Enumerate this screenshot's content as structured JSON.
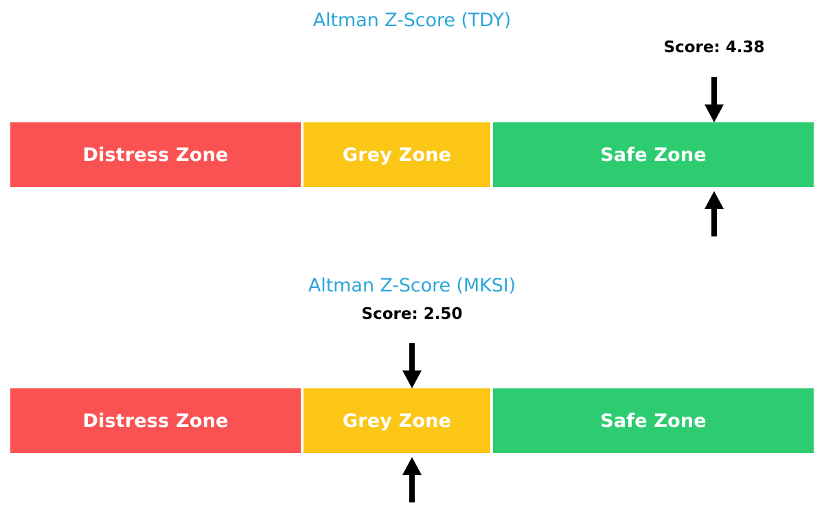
{
  "chart_data": [
    {
      "type": "bar",
      "title": "Altman Z-Score (TDY)",
      "ticker": "TDY",
      "score_label": "Score: 4.38",
      "score_value": 4.38,
      "orientation": "horizontal-zone-gauge",
      "zones": [
        {
          "label": "Distress Zone",
          "color": "#FA5252",
          "range": [
            0.0,
            1.81
          ],
          "width_pct": 36.2
        },
        {
          "label": "Grey Zone",
          "color": "#FCC617",
          "range": [
            1.81,
            2.99
          ],
          "width_pct": 23.3
        },
        {
          "label": "Safe Zone",
          "color": "#2ECC71",
          "range": [
            2.99,
            6.0
          ],
          "width_pct": 40.5
        }
      ],
      "marker_position_pct": 87.6,
      "markers": [
        "arrow-down-above-bar",
        "arrow-up-below-bar"
      ]
    },
    {
      "type": "bar",
      "title": "Altman Z-Score (MKSI)",
      "ticker": "MKSI",
      "score_label": "Score: 2.50",
      "score_value": 2.5,
      "orientation": "horizontal-zone-gauge",
      "zones": [
        {
          "label": "Distress Zone",
          "color": "#FA5252",
          "range": [
            0.0,
            1.81
          ],
          "width_pct": 36.2
        },
        {
          "label": "Grey Zone",
          "color": "#FCC617",
          "range": [
            1.81,
            2.99
          ],
          "width_pct": 23.3
        },
        {
          "label": "Safe Zone",
          "color": "#2ECC71",
          "range": [
            2.99,
            6.0
          ],
          "width_pct": 40.5
        }
      ],
      "marker_position_pct": 50.0,
      "markers": [
        "arrow-down-above-bar",
        "arrow-up-below-bar"
      ]
    }
  ],
  "charts": [
    {
      "title": "Altman Z-Score (TDY)",
      "score_label": "Score: 4.38",
      "zones": [
        {
          "label": "Distress Zone"
        },
        {
          "label": "Grey Zone"
        },
        {
          "label": "Safe Zone"
        }
      ]
    },
    {
      "title": "Altman Z-Score (MKSI)",
      "score_label": "Score: 2.50",
      "zones": [
        {
          "label": "Distress Zone"
        },
        {
          "label": "Grey Zone"
        },
        {
          "label": "Safe Zone"
        }
      ]
    }
  ],
  "colors": {
    "title": "#2BA6D9",
    "distress": "#FA5252",
    "grey": "#FCC617",
    "safe": "#2ECC71",
    "text": "#000000",
    "zone_text": "#FFFFFF",
    "background": "#FFFFFF",
    "arrow": "#000000"
  }
}
